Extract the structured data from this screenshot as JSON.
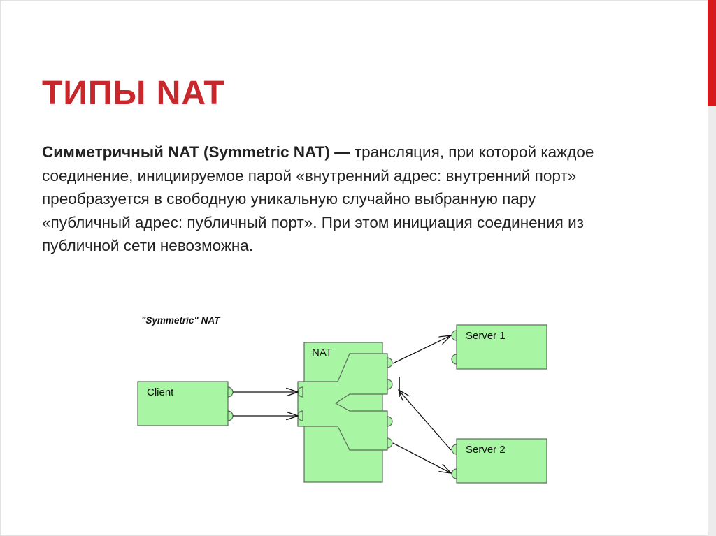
{
  "slide": {
    "title": "ТИПЫ NAT",
    "term": "Симметричный NAT (Symmetric NAT) —",
    "description": " трансляция, при которой каждое соединение, инициируемое парой «внутренний адрес: внутренний порт» преобразуется в свободную уникальную случайно выбранную пару «публичный адрес: публичный порт». При этом инициация соединения из публичной сети невозможна."
  },
  "diagram": {
    "caption": "\"Symmetric\" NAT",
    "client_label": "Client",
    "nat_label": "NAT",
    "server1_label": "Server 1",
    "server2_label": "Server 2"
  },
  "colors": {
    "accent": "#d5191c",
    "title": "#c8282c",
    "box_fill": "#a8f5a3",
    "box_stroke": "#5c6b5c"
  }
}
